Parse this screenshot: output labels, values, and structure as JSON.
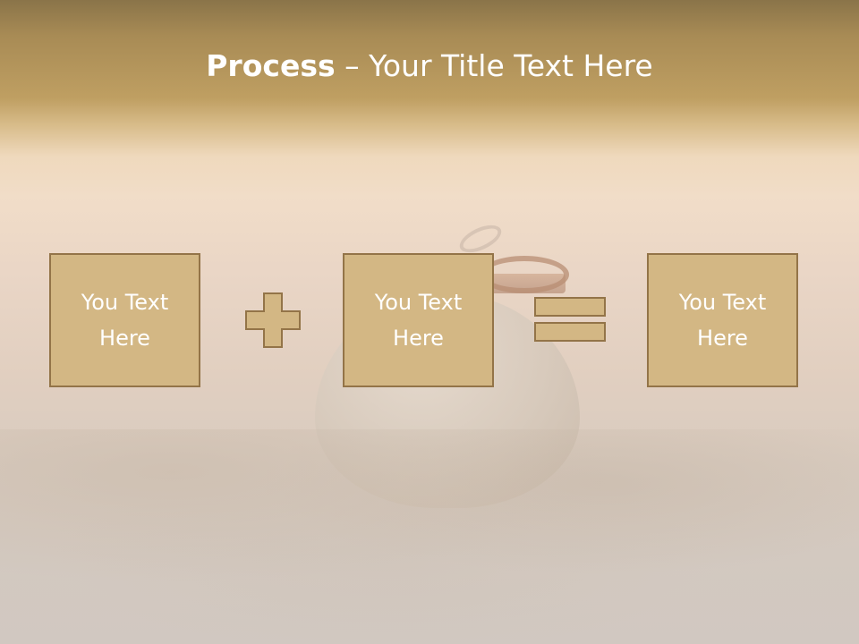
{
  "slide": {
    "title_strong": "Process",
    "title_rest": " – Your Title Text Here"
  },
  "process": {
    "steps": [
      {
        "text": "You Text Here"
      },
      {
        "text": "You Text Here"
      },
      {
        "text": "You Text Here"
      }
    ],
    "operators": [
      "plus-icon",
      "equals-icon"
    ]
  },
  "colors": {
    "box_fill": "#d3b784",
    "box_border": "#937448",
    "title_bar": "#a88b55",
    "text": "#ffffff"
  }
}
